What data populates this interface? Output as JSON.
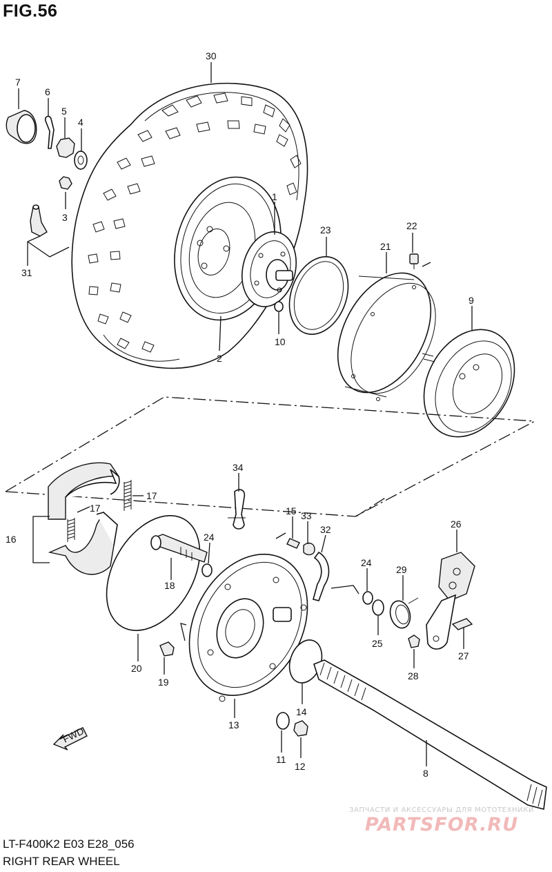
{
  "figure": {
    "title": "FIG.56",
    "model_line": "LT-F400K2 E03 E28_056",
    "name_line": "RIGHT REAR WHEEL"
  },
  "watermark": {
    "top_text": "ЗАПЧАСТИ И АКСЕССУАРЫ ДЛЯ МОТОТЕХНИКИ",
    "logo_text": "PARTSFOR.RU"
  },
  "fwd_arrow": {
    "text": "FWD"
  },
  "callouts": [
    {
      "id": "c30",
      "text": "30",
      "part": "tire"
    },
    {
      "id": "c1",
      "text": "1",
      "part": "wheel-hub"
    },
    {
      "id": "c2",
      "text": "2",
      "part": "wheel-rim"
    },
    {
      "id": "c3",
      "text": "3",
      "part": "nut"
    },
    {
      "id": "c4",
      "text": "4",
      "part": "washer"
    },
    {
      "id": "c5",
      "text": "5",
      "part": "castle-nut"
    },
    {
      "id": "c6",
      "text": "6",
      "part": "cotter-pin"
    },
    {
      "id": "c7",
      "text": "7",
      "part": "hub-cap"
    },
    {
      "id": "c31",
      "text": "31",
      "part": "valve-stem"
    },
    {
      "id": "c10",
      "text": "10",
      "part": "o-ring"
    },
    {
      "id": "c23",
      "text": "23",
      "part": "seal-ring"
    },
    {
      "id": "c21",
      "text": "21",
      "part": "brake-drum-cover"
    },
    {
      "id": "c22",
      "text": "22",
      "part": "bolt"
    },
    {
      "id": "c9",
      "text": "9",
      "part": "brake-drum"
    },
    {
      "id": "c34",
      "text": "34",
      "part": "breather-fitting"
    },
    {
      "id": "c17a",
      "text": "17",
      "part": "shoe-spring-upper"
    },
    {
      "id": "c17b",
      "text": "17",
      "part": "shoe-spring-lower"
    },
    {
      "id": "c16",
      "text": "16",
      "part": "brake-shoe-set"
    },
    {
      "id": "c15",
      "text": "15",
      "part": "pin"
    },
    {
      "id": "c33",
      "text": "33",
      "part": "clamp"
    },
    {
      "id": "c32",
      "text": "32",
      "part": "hose"
    },
    {
      "id": "c26",
      "text": "26",
      "part": "brake-cam-lever-cover"
    },
    {
      "id": "c24a",
      "text": "24",
      "part": "washer-shaft"
    },
    {
      "id": "c24b",
      "text": "24",
      "part": "washer-cam"
    },
    {
      "id": "c29",
      "text": "29",
      "part": "return-spring"
    },
    {
      "id": "c18",
      "text": "18",
      "part": "brake-camshaft"
    },
    {
      "id": "c25",
      "text": "25",
      "part": "o-ring-cam"
    },
    {
      "id": "c27",
      "text": "27",
      "part": "lever-bolt"
    },
    {
      "id": "c28",
      "text": "28",
      "part": "lever-nut"
    },
    {
      "id": "c20",
      "text": "20",
      "part": "panel-o-ring"
    },
    {
      "id": "c19",
      "text": "19",
      "part": "panel-bolt"
    },
    {
      "id": "c13",
      "text": "13",
      "part": "brake-panel"
    },
    {
      "id": "c14",
      "text": "14",
      "part": "axle-o-ring"
    },
    {
      "id": "c11",
      "text": "11",
      "part": "panel-washer"
    },
    {
      "id": "c12",
      "text": "12",
      "part": "panel-nut"
    },
    {
      "id": "c8",
      "text": "8",
      "part": "rear-axle"
    }
  ]
}
